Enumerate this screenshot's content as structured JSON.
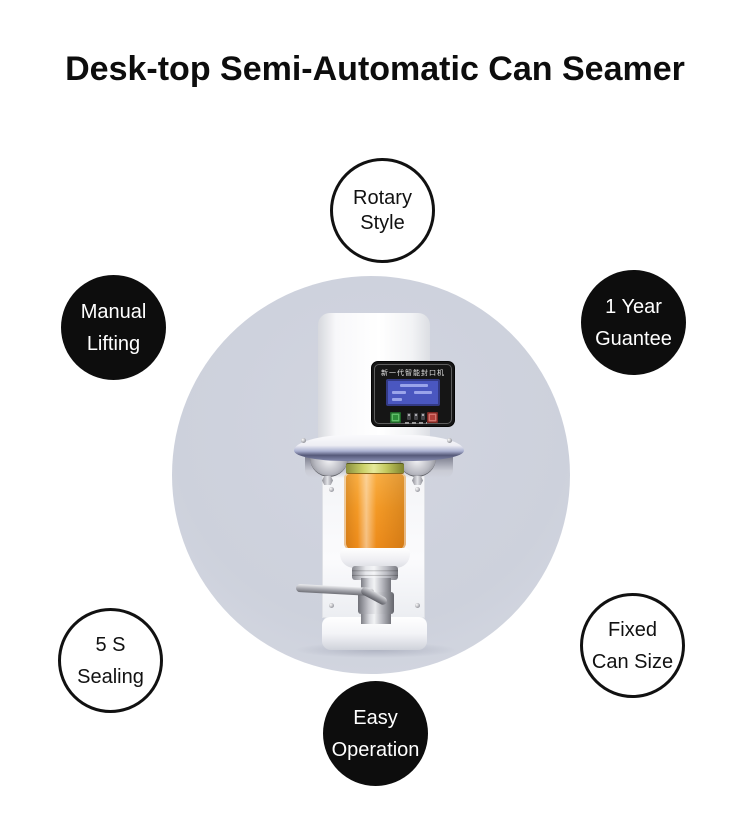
{
  "title": "Desk-top Semi-Automatic Can Seamer",
  "badges": {
    "rotary": {
      "line1": "Rotary",
      "line2": "Style",
      "style": "outline"
    },
    "manual": {
      "line1": "Manual",
      "line2": "Lifting",
      "style": "solid"
    },
    "guarantee": {
      "line1": "1 Year",
      "line2": "Guantee",
      "style": "solid"
    },
    "sealing": {
      "line1": "5 S",
      "line2": "Sealing",
      "style": "outline"
    },
    "fixed": {
      "line1": "Fixed",
      "line2": "Can Size",
      "style": "outline"
    },
    "easy": {
      "line1": "Easy",
      "line2": "Operation",
      "style": "solid"
    }
  },
  "machine": {
    "panel_title": "新一代智能封口机"
  },
  "colors": {
    "badge_solid_bg": "#0d0d0d",
    "badge_outline_border": "#111111",
    "stage_circle": "#cfd3de",
    "panel_bg": "#151515",
    "lcd_blue": "#4a57c0",
    "button_green": "#2e8f3a",
    "button_red": "#b2403a",
    "liquid_orange": "#f49a26",
    "title_color": "#0d0d0d"
  }
}
